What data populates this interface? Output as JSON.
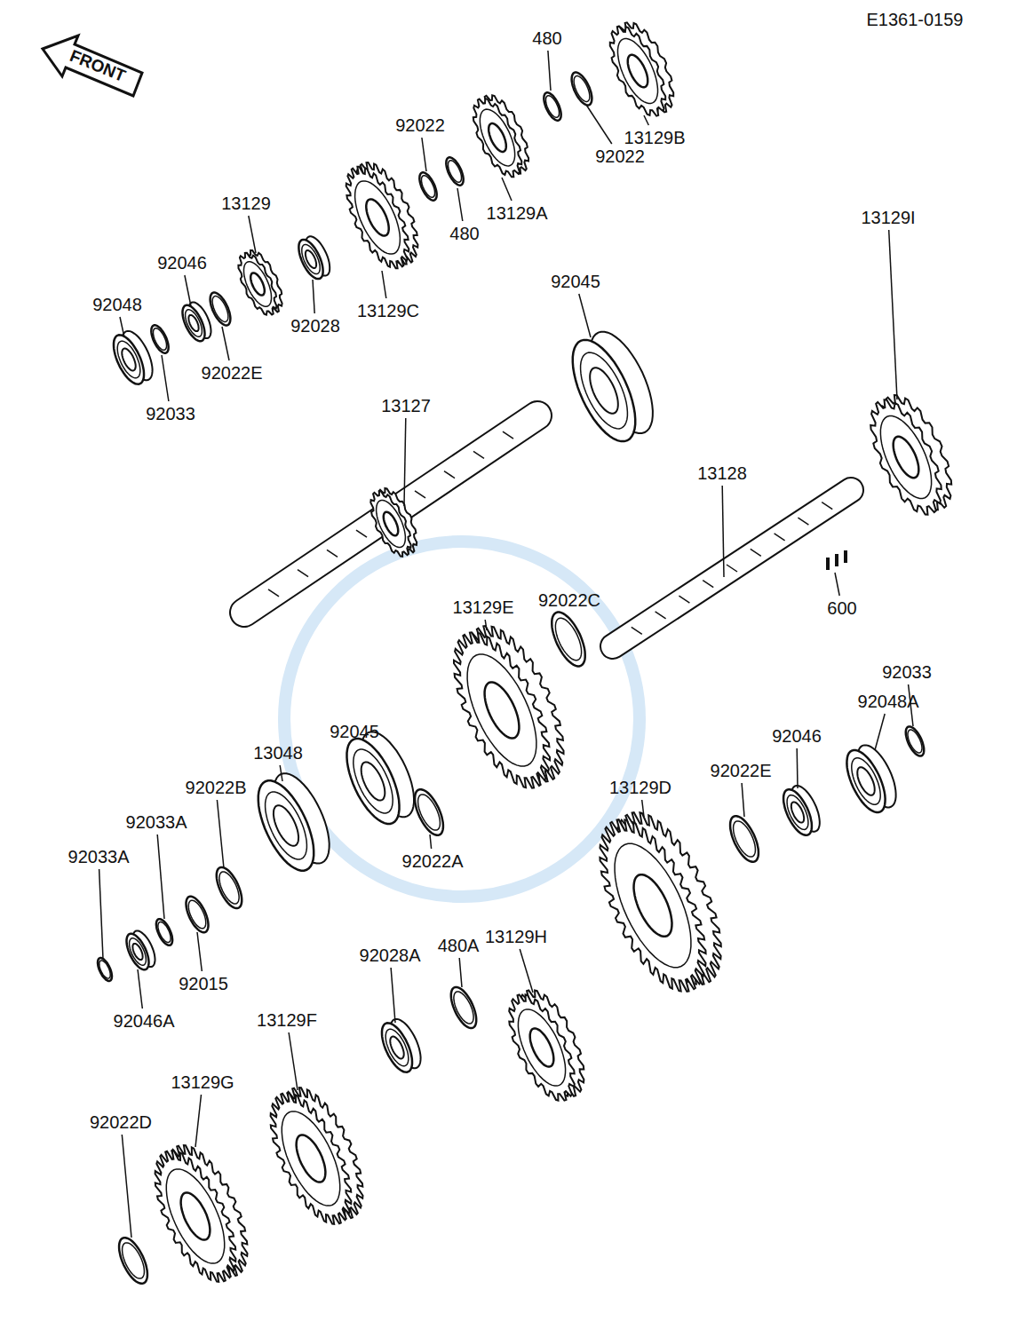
{
  "diagram": {
    "labels": [
      "E1361-0159",
      "FRONT",
      "480",
      "13129B",
      "92022",
      "480",
      "13129A",
      "92022",
      "13129",
      "92046",
      "92048",
      "92022E",
      "92028",
      "13129C",
      "92033",
      "92045",
      "13129I",
      "13127",
      "13128",
      "600",
      "13129E",
      "92022C",
      "92033",
      "92048A",
      "92046",
      "92045",
      "13048",
      "92022B",
      "92033A",
      "92033A",
      "92022A",
      "92022E",
      "13129D",
      "92015",
      "92046A",
      "13129H",
      "480A",
      "92028A",
      "13129F",
      "13129G",
      "92022D"
    ]
  }
}
